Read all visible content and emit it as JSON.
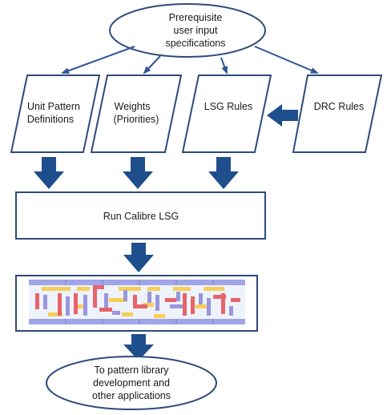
{
  "top_node": {
    "lines": [
      "Prerequisite",
      "user input",
      "specifications"
    ]
  },
  "inputs": [
    {
      "id": "unit-pattern",
      "lines": [
        "Unit Pattern",
        "Definitions"
      ]
    },
    {
      "id": "weights",
      "lines": [
        "Weights",
        "(Priorities)"
      ]
    },
    {
      "id": "lsg-rules",
      "lines": [
        "LSG Rules"
      ]
    },
    {
      "id": "drc-rules",
      "lines": [
        "DRC Rules"
      ]
    }
  ],
  "process": {
    "label": "Run Calibre LSG"
  },
  "output_node": {
    "lines": [
      "To pattern library",
      "development and",
      "other applications"
    ]
  },
  "colors": {
    "node_stroke": "#2e4a7a",
    "arrow": "#1f4e8c",
    "connector": "#2f5597",
    "rail": "#9fa5e8",
    "pattern_red": "#e8636b",
    "pattern_yellow": "#f6cf5a",
    "pattern_purple": "#9a95dd",
    "pattern_bg": "#eef3fb"
  }
}
